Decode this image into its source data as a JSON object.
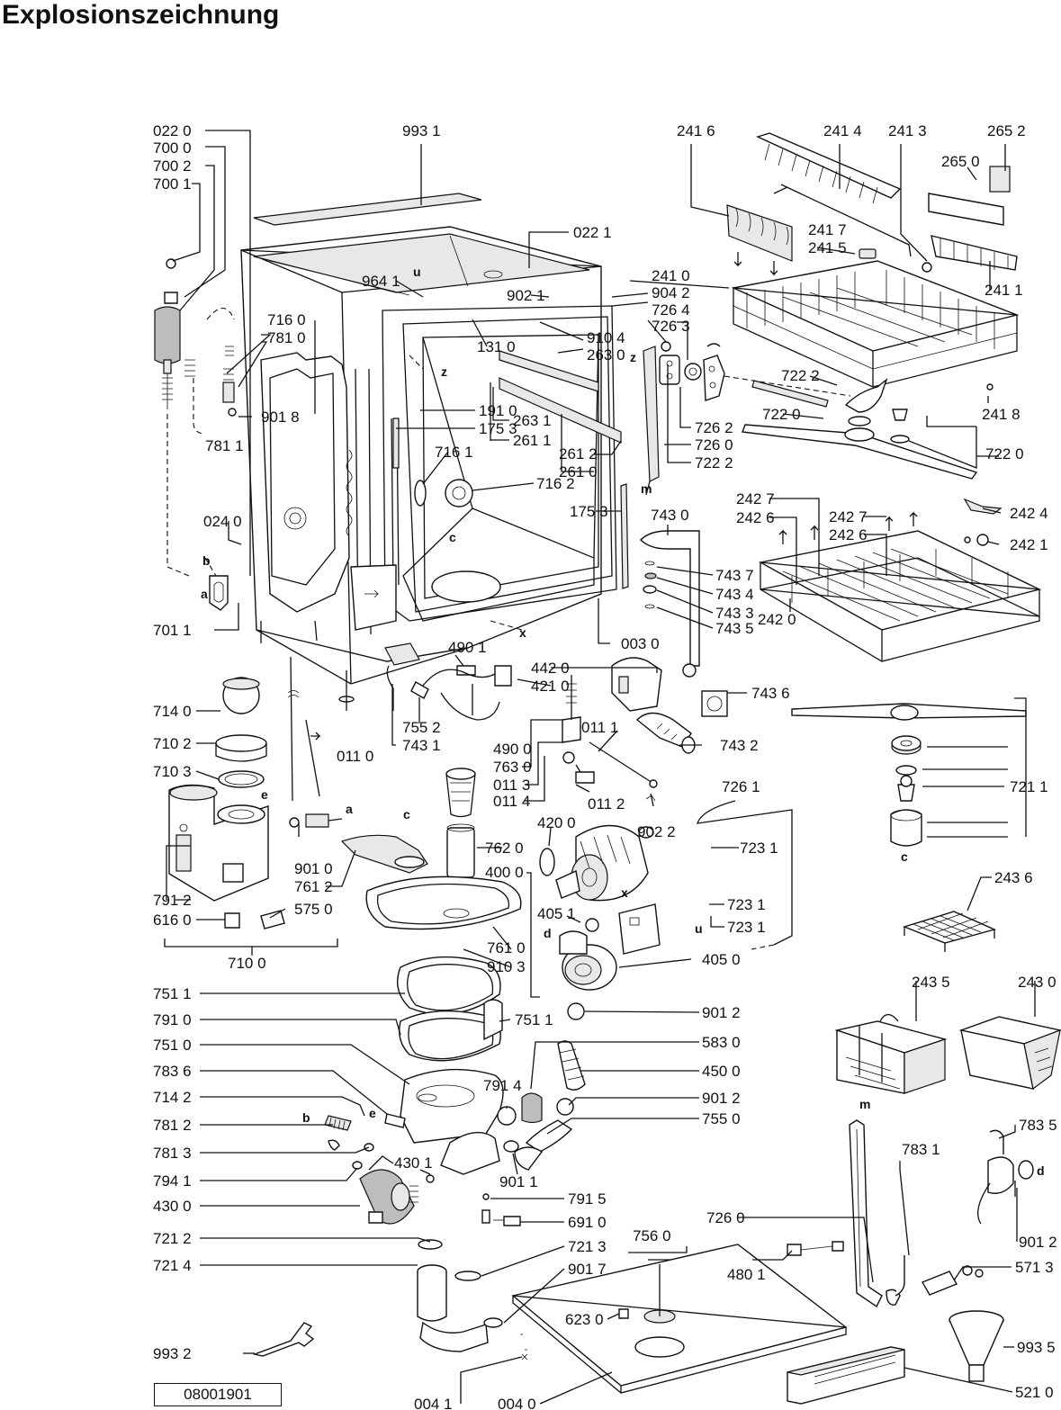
{
  "title": "Explosionszeichnung",
  "doc_id": "08001901",
  "labels": {
    "l0220": "022 0",
    "l7000": "700 0",
    "l7002": "700 2",
    "l7001": "700 1",
    "l9931": "993 1",
    "l0221": "022 1",
    "l9641": "964 1",
    "l9021": "902 1",
    "l9042": "904 2",
    "l2410": "241 0",
    "l7264": "726 4",
    "l7263": "726 3",
    "l7160": "716 0",
    "l7810": "781 0",
    "l9018": "901 8",
    "l7811": "781 1",
    "l1310": "131 0",
    "l9104": "910 4",
    "l2630": "263 0",
    "l1910": "191 0",
    "l1753a": "175 3",
    "l7161": "716 1",
    "l2631": "263 1",
    "l2611": "261 1",
    "l2612": "261 2",
    "l2610": "261 0",
    "l7162": "716 2",
    "l7262": "726 2",
    "l7260a": "726 0",
    "l7222a": "722 2",
    "l0240": "024 0",
    "l1753b": "175 3",
    "l2416": "241 6",
    "l2414": "241 4",
    "l2413": "241 3",
    "l2652": "265 2",
    "l2650": "265 0",
    "l2417": "241 7",
    "l2415": "241 5",
    "l2411": "241 1",
    "l7222b": "722 2",
    "l7220a": "722 0",
    "l2418": "241 8",
    "l7220b": "722 0",
    "l2427a": "242 7",
    "l2426a": "242 6",
    "l2427b": "242 7",
    "l2426b": "242 6",
    "l2424": "242 4",
    "l2421": "242 1",
    "l2420": "242 0",
    "l7430": "743 0",
    "l7437": "743 7",
    "l7434": "743 4",
    "l7433": "743 3",
    "l7435": "743 5",
    "l7011": "701 1",
    "l0030": "003 0",
    "l4901": "490 1",
    "l4420": "442 0",
    "l4210": "421 0",
    "l7436": "743 6",
    "l7140": "714 0",
    "l7102": "710 2",
    "l7103": "710 3",
    "l0110": "011 0",
    "l7552a": "755 2",
    "l7431": "743 1",
    "l4900": "490 0",
    "l7630": "763 0",
    "l0113": "011 3",
    "l0114": "011 4",
    "l0111": "011 1",
    "l0112": "011 2",
    "l7432": "743 2",
    "l7261": "726 1",
    "l9022": "902 2",
    "l7211": "721 1",
    "l7231a": "723 1",
    "l7231b": "723 1",
    "l7231c": "723 1",
    "l7620": "762 0",
    "l4200": "420 0",
    "l4000": "400 0",
    "l9010": "901 0",
    "l7612": "761 2",
    "l7912": "791 2",
    "l6160": "616 0",
    "l5750": "575 0",
    "l7100": "710 0",
    "l4051": "405 1",
    "l7610": "761 0",
    "l9103": "910 3",
    "l4050": "405 0",
    "l2436": "243 6",
    "l7511a": "751 1",
    "l7910": "791 0",
    "l7510": "751 0",
    "l7836": "783 6",
    "l7142": "714 2",
    "l7812": "781 2",
    "l7813": "781 3",
    "l7941": "794 1",
    "l4300": "430 0",
    "l7212": "721 2",
    "l7214": "721 4",
    "l9932": "993 2",
    "l0041": "004 1",
    "l0040": "004 0",
    "l7511b": "751 1",
    "l9012a": "901 2",
    "l5830": "583 0",
    "l4500": "450 0",
    "l7914": "791 4",
    "l9012b": "901 2",
    "l7550": "755 0",
    "l9011": "901 1",
    "l4301": "430 1",
    "l7915": "791 5",
    "l6910": "691 0",
    "l7560": "756 0",
    "l7213": "721 3",
    "l9017": "901 7",
    "l6230": "623 0",
    "l4801": "480 1",
    "l2435": "243 5",
    "l2430": "243 0",
    "l7835": "783 5",
    "l7831": "783 1",
    "l7260b": "726 0",
    "l9012c": "901 2",
    "l5713": "571 3",
    "l9935": "993 5",
    "l5210": "521 0"
  },
  "letters": {
    "a1": "a",
    "b1": "b",
    "c1": "c",
    "e1": "e",
    "a2": "a",
    "c2": "c",
    "x1": "x",
    "z1": "z",
    "z2": "z",
    "u1": "u",
    "m1": "m",
    "c3": "c",
    "d1": "d",
    "x2": "x",
    "u2": "u",
    "b2": "b",
    "e2": "e",
    "m2": "m",
    "d2": "d"
  }
}
